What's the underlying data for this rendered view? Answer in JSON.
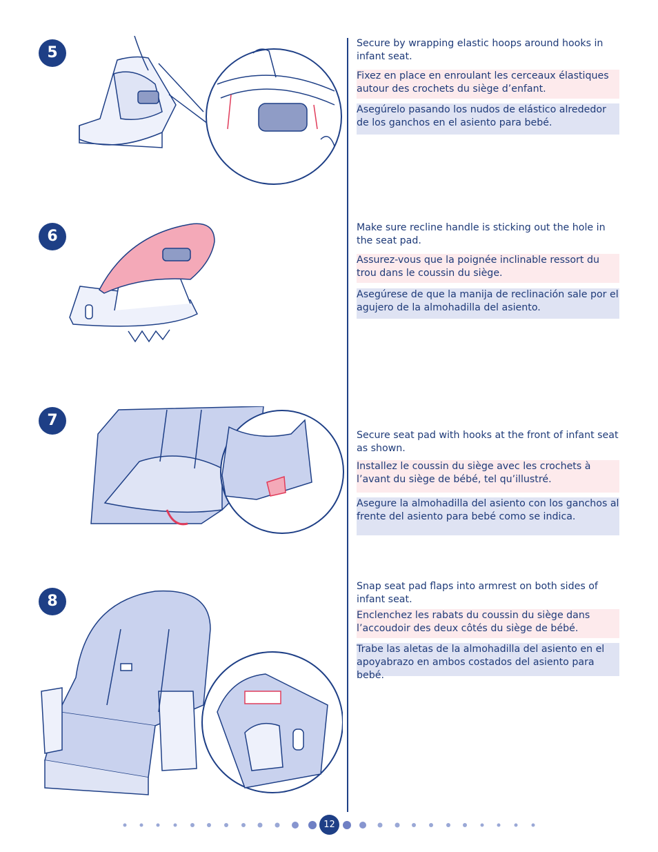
{
  "steps": [
    {
      "number": "5",
      "en": "Secure by wrapping elastic hoops around hooks in infant seat.",
      "fr": "Fixez en place en enroulant les cerceaux élastiques autour des crochets du siège d’enfant.",
      "es": "Asegúrelo pasando los nudos de elástico alrededor de los ganchos en el asiento para bebé."
    },
    {
      "number": "6",
      "en": "Make sure recline handle is sticking out the hole in the seat pad.",
      "fr": "Assurez-vous que la poignée inclinable ressort du trou dans le coussin du siège.",
      "es": "Asegúrese de que la manija de reclinación sale por el agujero de la almohadilla del asiento."
    },
    {
      "number": "7",
      "en": "Secure seat pad with hooks at the front of infant seat as shown.",
      "fr": "Installez le coussin du siège avec les crochets à l’avant du siège de bébé, tel qu’illustré.",
      "es": "Asegure la almohadilla del asiento con los ganchos al frente del asiento para bebé como se indica."
    },
    {
      "number": "8",
      "en": "Snap seat pad flaps into armrest on both sides of infant seat.",
      "fr": "Enclenchez les rabats du coussin du siège dans l’accoudoir des deux côtés du siège de bébé.",
      "es": "Trabe las aletas de la almohadilla del asiento en el apoyabrazo en ambos costados del asiento para bebé."
    }
  ],
  "footer": {
    "page_number": "12"
  },
  "colors": {
    "navy": "#1e3f86",
    "fr_band": "#fdeaec",
    "es_band": "#dfe3f3",
    "pad_pink": "#f4a9b8",
    "pad_blue": "#c9d2ee"
  }
}
